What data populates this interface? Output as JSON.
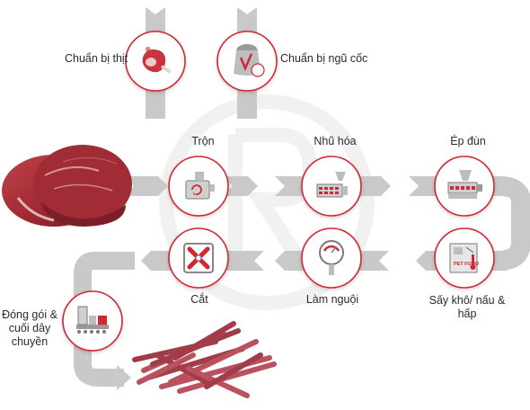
{
  "colors": {
    "accent": "#d42630",
    "arrow": "#c9c9c9",
    "circle_fill": "#ffffff",
    "icon_gray": "#7a7a7a",
    "meat": "#a8303a",
    "watermark": "#f0f0f0"
  },
  "steps": [
    {
      "id": "prepare-meat",
      "label": "Chuẩn bị thịt",
      "icon": "meat-snowflake-icon"
    },
    {
      "id": "prepare-grain",
      "label": "Chuẩn bị ngũ cốc",
      "icon": "grain-sack-icon"
    },
    {
      "id": "mixing",
      "label": "Trộn",
      "icon": "mixer-machine-icon"
    },
    {
      "id": "emulsify",
      "label": "Nhũ hóa",
      "icon": "emulsifier-machine-icon"
    },
    {
      "id": "extrude",
      "label": "Ép đùn",
      "icon": "extruder-machine-icon"
    },
    {
      "id": "dry",
      "label": "Sấy khô/ nấu & hấp",
      "icon": "dryer-oven-icon"
    },
    {
      "id": "cool",
      "label": "Làm nguội",
      "icon": "thermometer-gauge-icon"
    },
    {
      "id": "cut",
      "label": "Cắt",
      "icon": "cutter-blade-icon"
    },
    {
      "id": "package",
      "label": "Đóng gói & cuối dây chuyền",
      "icon": "packaging-line-icon"
    }
  ],
  "product_label": "PET FOOD"
}
